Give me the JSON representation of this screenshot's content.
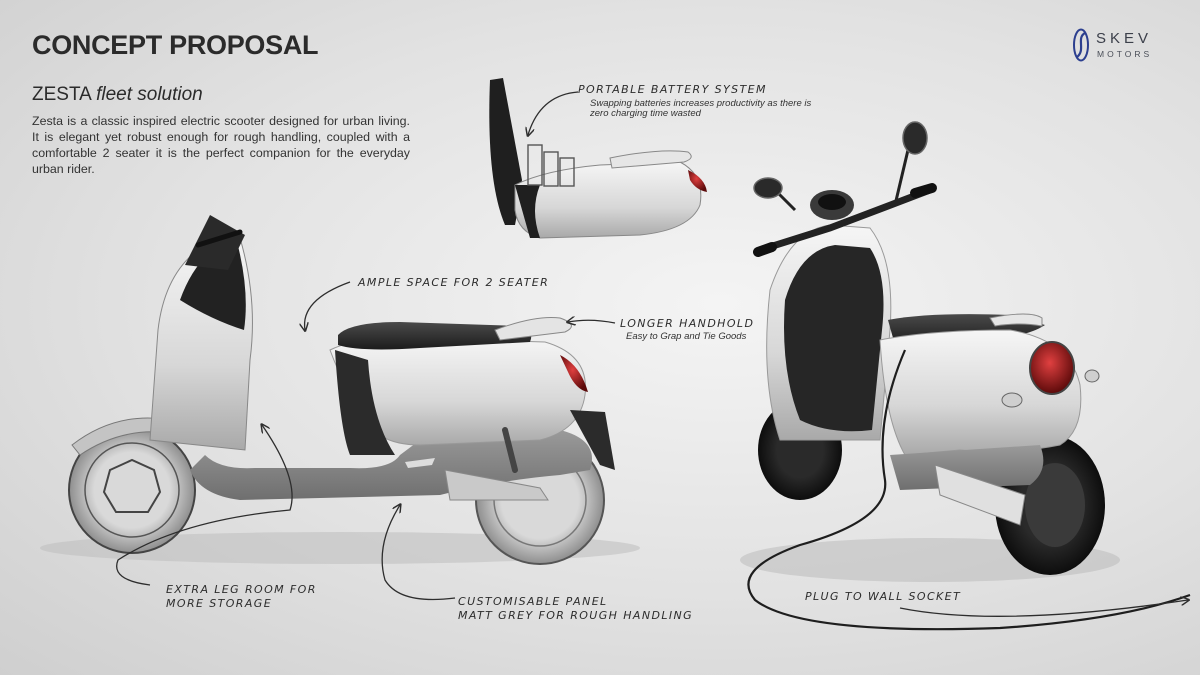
{
  "header": {
    "title": "CONCEPT PROPOSAL"
  },
  "brand": {
    "name": "SKEV",
    "sub": "MOTORS",
    "mark_color": "#2c3f8f"
  },
  "product": {
    "name": "ZESTA",
    "tagline": "fleet solution",
    "description": "Zesta is a classic inspired electric scooter designed for urban living. It is elegant yet robust enough for rough handling, coupled with a comfortable 2 seater it is the perfect companion for the everyday urban rider."
  },
  "annotations": {
    "battery": {
      "title": "PORTABLE BATTERY SYSTEM",
      "note_line1": "Swapping batteries increases productivity as there is",
      "note_line2": "zero charging time wasted"
    },
    "seat": {
      "title": "AMPLE SPACE FOR 2 SEATER"
    },
    "handhold": {
      "title": "LONGER HANDHOLD",
      "note": "Easy to Grap and Tie Goods"
    },
    "legroom": {
      "line1": "EXTRA LEG ROOM FOR",
      "line2": "MORE STORAGE"
    },
    "panel": {
      "line1": "CUSTOMISABLE PANEL",
      "line2": "MATT GREY FOR ROUGH HANDLING"
    },
    "plug": {
      "title": "PLUG TO WALL SOCKET"
    }
  },
  "palette": {
    "body": "#dcdcdc",
    "dark": "#2a2a2a",
    "taillight": "#8a1212",
    "panel": "#8d8d8d"
  }
}
